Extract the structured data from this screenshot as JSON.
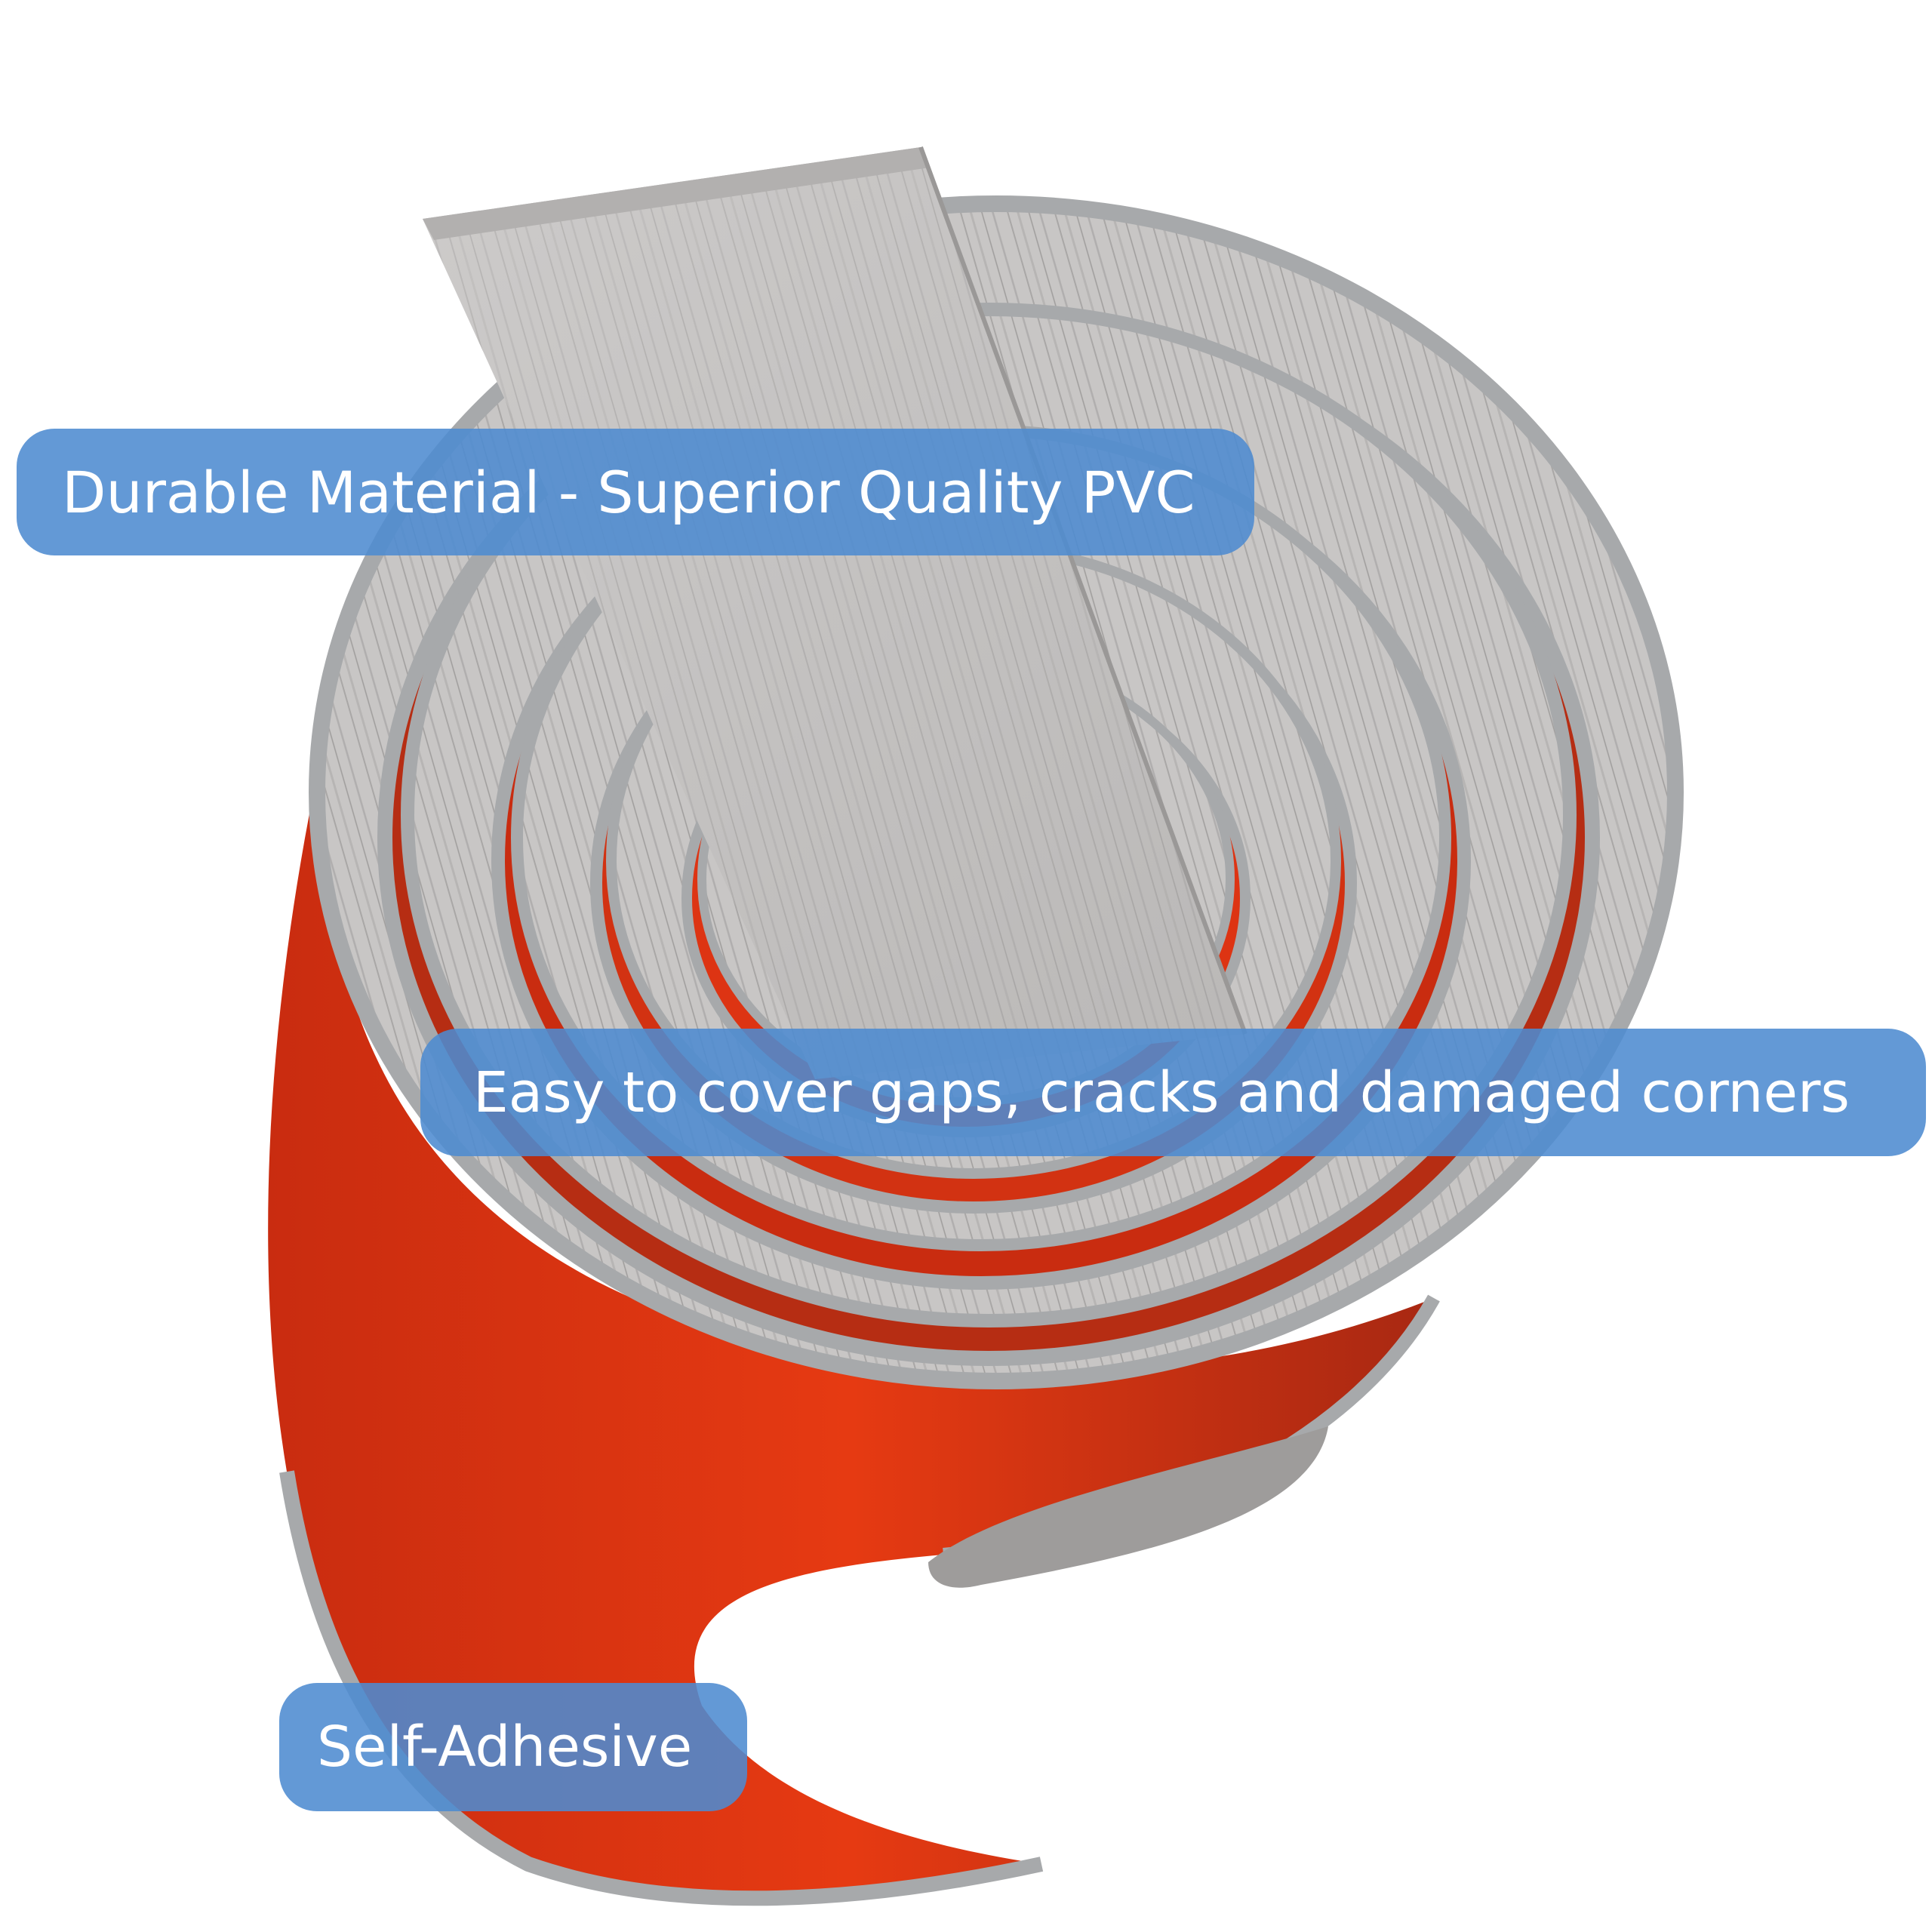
{
  "product_photo": {
    "icon": "rolled-vinyl-strip-photo",
    "colors": {
      "wood_grain_gray": "#c6c4c3",
      "wood_grain_shadow": "#8f8d8d",
      "edge_gray": "#a7a9ab",
      "adhesive_red": "#dd3413",
      "adhesive_red_shadow": "#b62d13"
    }
  },
  "callouts": {
    "material": "Durable Material - Superior Quality PVC",
    "coverage": "Easy to cover gaps, cracks and damaged corners",
    "adhesive": "Self-Adhesive"
  },
  "colors": {
    "callout_fill": "#4d8bd0",
    "callout_text": "#ffffff"
  }
}
